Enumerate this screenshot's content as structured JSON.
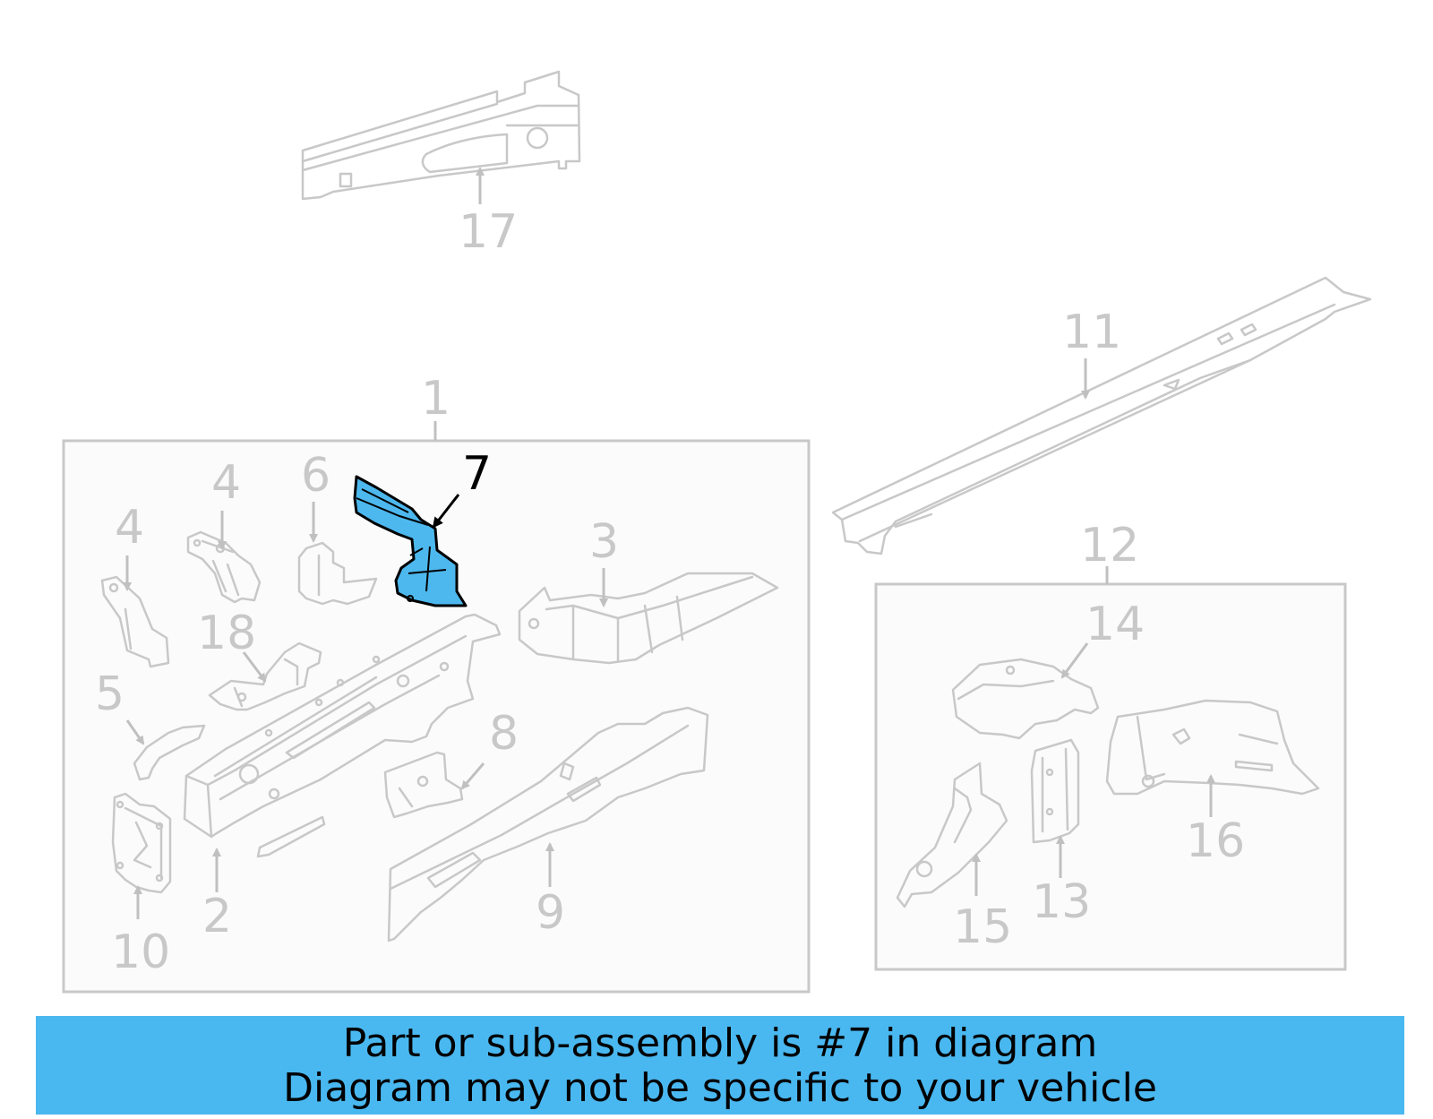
{
  "diagram": {
    "highlight_color": "#4db8ee",
    "line_color": "#c8c8c8",
    "highlighted_callout": "7",
    "callouts": {
      "c1": "1",
      "c2": "2",
      "c3": "3",
      "c4a": "4",
      "c4b": "4",
      "c5": "5",
      "c6": "6",
      "c7": "7",
      "c8": "8",
      "c9": "9",
      "c10": "10",
      "c11": "11",
      "c12": "12",
      "c13": "13",
      "c14": "14",
      "c15": "15",
      "c16": "16",
      "c17": "17",
      "c18": "18"
    }
  },
  "banner": {
    "background": "#4ab8f0",
    "line1": "Part or sub-assembly is #7 in diagram",
    "line2": "Diagram may not be specific to your vehicle"
  }
}
